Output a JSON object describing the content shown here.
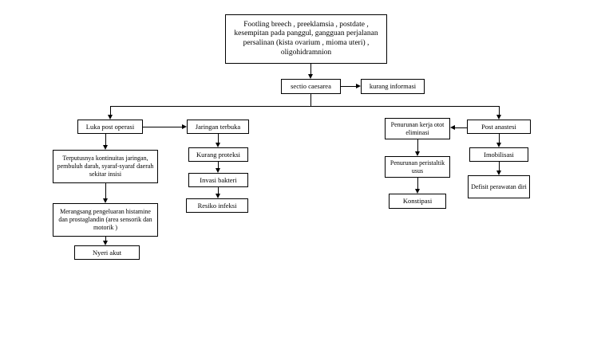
{
  "diagram": {
    "title_text": "",
    "background_color": "#ffffff",
    "line_color": "#000000",
    "box_border_color": "#000000",
    "nodes": {
      "indications": "Footling breech , preeklamsia , postdate , kesempitan pada panggul, gangguan perjalanan persalinan (kista ovarium , mioma uteri) , oligohidramnion",
      "sectio_caesarea": "sectio caesarea",
      "kurang_informasi": "kurang informasi",
      "luka_post_operasi": "Luka post operasi",
      "terputusnya": "Terputusnya kontinuitas jaringan, pembuluh darah, syaraf-syaraf daerah sekitar insisi",
      "merangsang": "Merangsang pengeluaran histamine dan prostaglandin (area sensorik dan motorik )",
      "nyeri_akut": "Nyeri akut",
      "jaringan_terbuka": "Jaringan terbuka",
      "kurang_proteksi": "Kurang proteksi",
      "invasi_bakteri": "Invasi bakteri",
      "resiko_infeksi": "Resiko infeksi",
      "penurunan_kerja": "Penurunan kerja otot eliminasi",
      "penurunan_peristaltik": "Penurunan peristaltik usus",
      "konstipasi": "Konstipasi",
      "post_anastesi": "Post anastesi",
      "imobilisasi": "Imobilisasi",
      "defisit_perawatan": "Defisit perawatan diri"
    }
  }
}
